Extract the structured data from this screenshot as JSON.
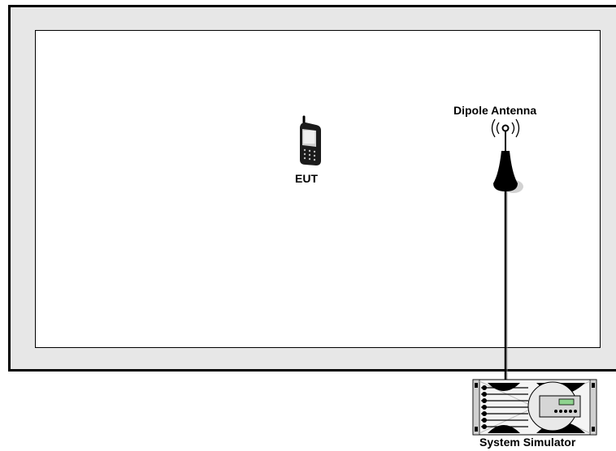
{
  "diagram": {
    "chamber": {
      "outer_fill": "#e7e7e7",
      "inner_fill": "#ffffff",
      "border_color": "#000000"
    },
    "eut": {
      "label": "EUT",
      "icon": "mobile-phone-icon"
    },
    "antenna": {
      "label": "Dipole Antenna",
      "icon": "dipole-antenna-icon"
    },
    "simulator": {
      "label": "System Simulator",
      "icon": "system-simulator-icon"
    }
  }
}
